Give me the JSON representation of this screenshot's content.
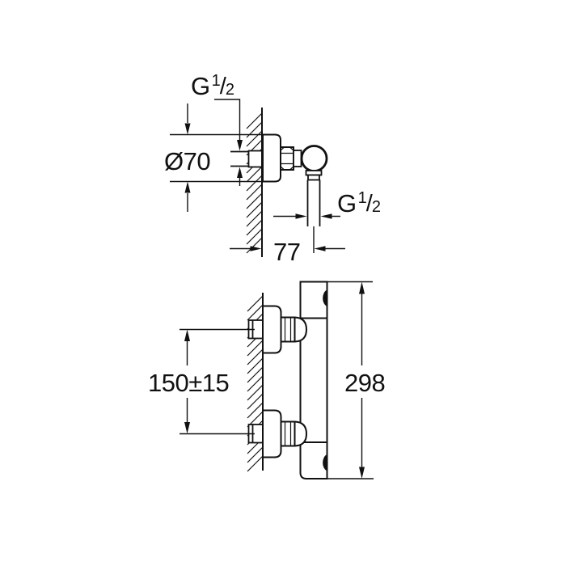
{
  "canvas": {
    "background": "#ffffff",
    "line_color": "#111111"
  },
  "views": {
    "side_view": {
      "thread_inlet": {
        "base": "G",
        "numerator": "1",
        "slash": "/",
        "denominator": "2"
      },
      "escutcheon_diameter": "Ø70",
      "thread_outlet": {
        "base": "G",
        "numerator": "1",
        "slash": "/",
        "denominator": "2"
      },
      "wall_to_outlet_center": "77"
    },
    "front_profile_view": {
      "connection_center_distance": "150±15",
      "overall_height": "298"
    }
  }
}
